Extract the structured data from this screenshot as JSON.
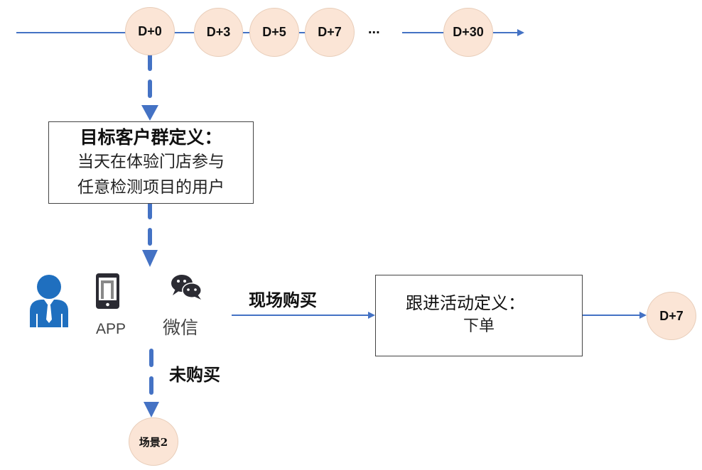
{
  "timeline": {
    "nodes": [
      "D+0",
      "D+3",
      "D+5",
      "D+7",
      "D+30"
    ],
    "ellipsis": "..."
  },
  "target_box": {
    "title": "目标客户群定义：",
    "line1": "当天在体验门店参与",
    "line2": "任意检测项目的用户"
  },
  "channels": {
    "app_label": "APP",
    "wechat_label": "微信"
  },
  "branch_purchase": {
    "label": "现场购买"
  },
  "followup_box": {
    "title": "跟进活动定义：",
    "body": "下单"
  },
  "followup_node": "D+7",
  "branch_no_purchase": {
    "label": "未购买",
    "node": "场景2"
  },
  "colors": {
    "line": "#4472c4",
    "node_fill": "#fbe5d6",
    "user_icon": "#1f6fbf"
  }
}
